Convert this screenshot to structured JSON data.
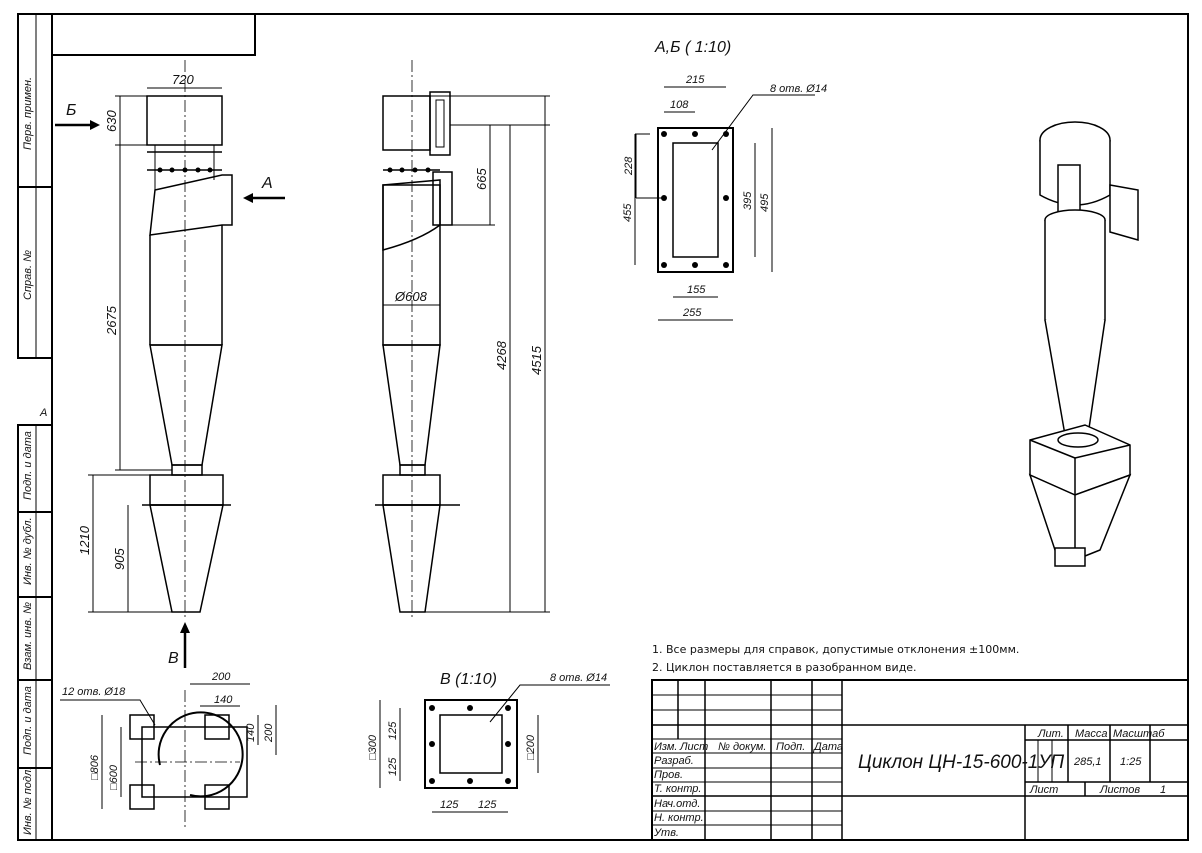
{
  "margin_labels": [
    "Перв. примен.",
    "Справ. №",
    "Подп. и дата",
    "Инв. № дубл.",
    "Взам. инв. №",
    "Подп. и дата",
    "Инв. № подл."
  ],
  "margin_mark": "А",
  "front_view": {
    "dims": {
      "width_top": "720",
      "h_top": "630",
      "h_body": "2675",
      "h_base": "1210",
      "h_support": "905"
    },
    "arrows": {
      "left": "Б",
      "right": "А",
      "bottom": "В"
    }
  },
  "side_view": {
    "dims": {
      "h_inlet": "665",
      "diameter": "Ø608",
      "h_total_a": "4268",
      "h_total_b": "4515"
    }
  },
  "flange_view": {
    "title": "А,Б ( 1:10)",
    "holes": "8 отв. Ø14",
    "dims": {
      "w_outer_axis": "215",
      "w_half": "108",
      "h_half": "228",
      "h_axis": "455",
      "h_inner": "395",
      "h_outer": "495",
      "w_inner": "155",
      "w_outer": "255"
    }
  },
  "plan_view": {
    "holes": "12 отв. Ø18",
    "dims": {
      "w200": "200",
      "w140": "140",
      "h140": "140",
      "h200": "200",
      "sq806": "□806",
      "sq600": "□600"
    }
  },
  "outlet_view": {
    "title": "В (1:10)",
    "holes": "8 отв. Ø14",
    "dims": {
      "sq300": "□300",
      "h125a": "125",
      "h125b": "125",
      "sq200": "□200",
      "w125a": "125",
      "w125b": "125"
    }
  },
  "notes": [
    "1. Все размеры для справок, допустимые отклонения ±100мм.",
    "2. Циклон поставляется в разобранном виде."
  ],
  "title_block": {
    "headers": [
      "Изм.",
      "Лист",
      "№ докум.",
      "Подп.",
      "Дата"
    ],
    "roles": [
      "Разраб.",
      "Пров.",
      "Т. контр.",
      "Нач.отд.",
      "Н. контр.",
      "Утв."
    ],
    "title": "Циклон ЦН-15-600-1УП",
    "lit_label": "Лит.",
    "mass_label": "Масса",
    "scale_label": "Масштаб",
    "mass": "285,1",
    "scale": "1:25",
    "sheet_label": "Лист",
    "sheets_label": "Листов",
    "sheets": "1"
  }
}
